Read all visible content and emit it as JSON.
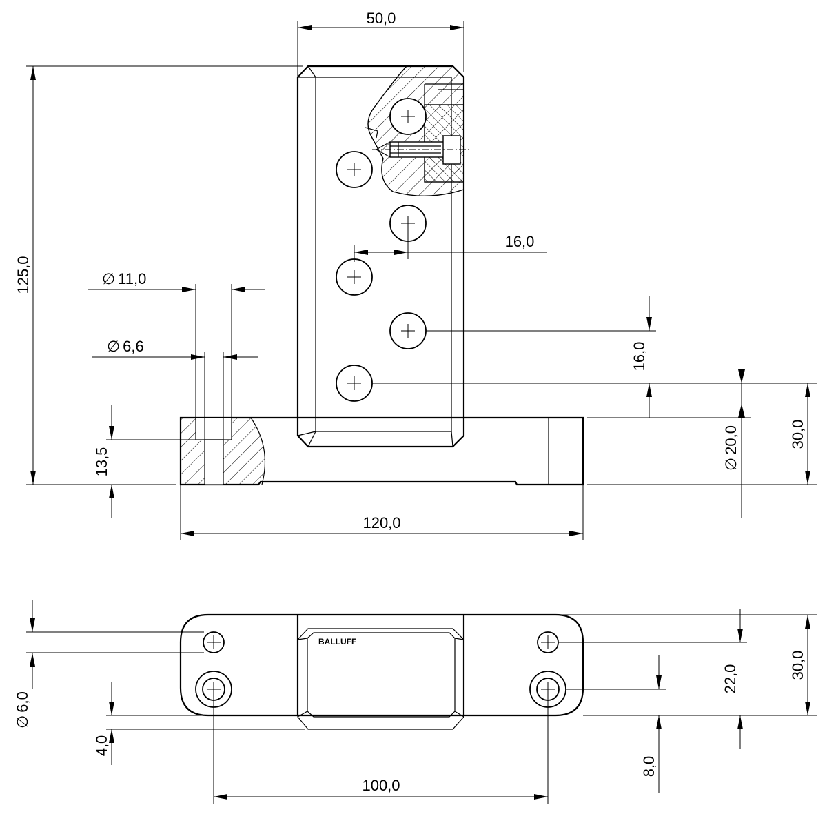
{
  "drawing": {
    "brand_label": "BALLUFF",
    "dimensions": {
      "width_50": "50,0",
      "height_125": "125,0",
      "spacing_16_horizontal": "16,0",
      "dia_11": "11,0",
      "dia_6_6": "6,6",
      "spacing_16_vertical": "16,0",
      "height_13_5": "13,5",
      "dia_20": "20,0",
      "height_30_top": "30,0",
      "length_120": "120,0",
      "dia_6": "6,0",
      "offset_4": "4,0",
      "width_22": "22,0",
      "width_30_bottom": "30,0",
      "offset_8": "8,0",
      "hole_distance_100": "100,0"
    },
    "diameter_symbol": "∅"
  }
}
